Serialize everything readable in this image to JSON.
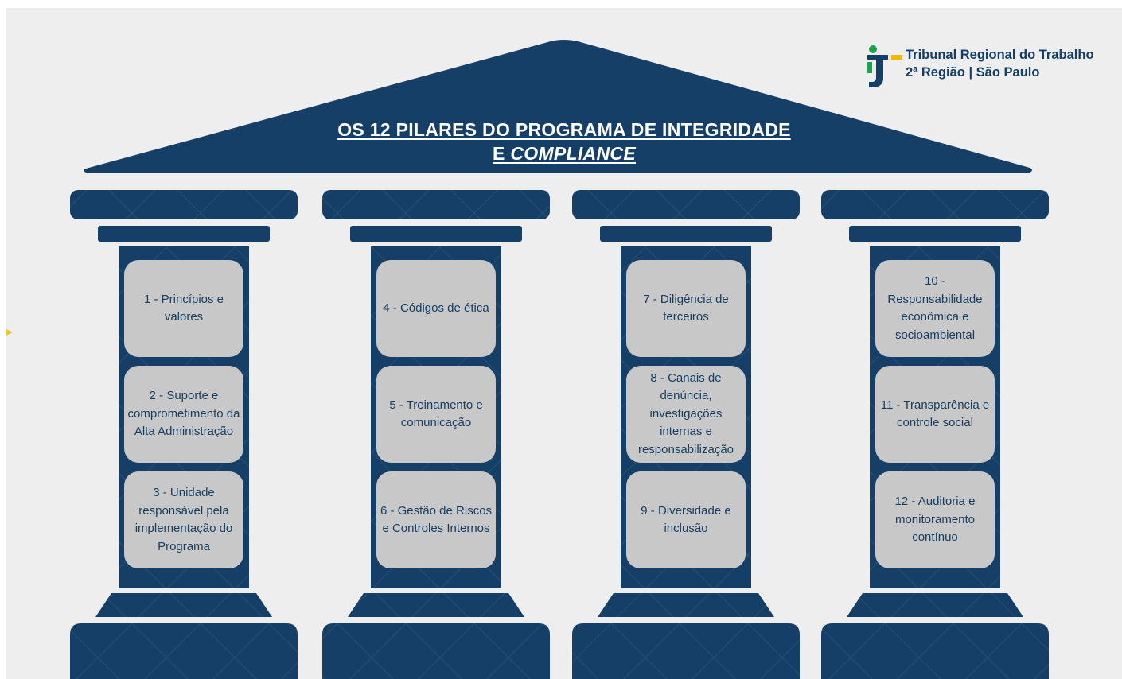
{
  "title": {
    "line1": "OS 12 PILARES DO PROGRAMA DE INTEGRIDADE",
    "line2_prefix": "E ",
    "line2_emphasis": "COMPLIANCE"
  },
  "logo": {
    "line1": "Tribunal Regional do Trabalho",
    "line2": "2ª Região | São Paulo"
  },
  "colors": {
    "navy": "#163f68",
    "box_fill": "#c8c8c8",
    "box_text": "#163f63",
    "background": "#efeeee",
    "logo_accent": "#f2b705",
    "logo_green": "#19a34a"
  },
  "pillars": [
    {
      "items": [
        {
          "number": "1",
          "label": "1 - Princípios e valores"
        },
        {
          "number": "2",
          "label": "2 - Suporte e comprometimento da Alta Administração"
        },
        {
          "number": "3",
          "label": "3 - Unidade responsável pela implementação do Programa"
        }
      ]
    },
    {
      "items": [
        {
          "number": "4",
          "label": "4 - Códigos de ética"
        },
        {
          "number": "5",
          "label": "5 - Treinamento e comunicação"
        },
        {
          "number": "6",
          "label": "6 - Gestão de Riscos e Controles Internos"
        }
      ]
    },
    {
      "items": [
        {
          "number": "7",
          "label": "7 - Diligência de terceiros"
        },
        {
          "number": "8",
          "label": "8 - Canais de denúncia, investigações internas e responsabilização"
        },
        {
          "number": "9",
          "label": "9 - Diversidade e inclusão"
        }
      ]
    },
    {
      "items": [
        {
          "number": "10",
          "label": "10 - Responsabilidade econômica e socioambiental"
        },
        {
          "number": "11",
          "label": "11 - Transparência e controle social"
        },
        {
          "number": "12",
          "label": "12 - Auditoria e monitoramento contínuo"
        }
      ]
    }
  ]
}
